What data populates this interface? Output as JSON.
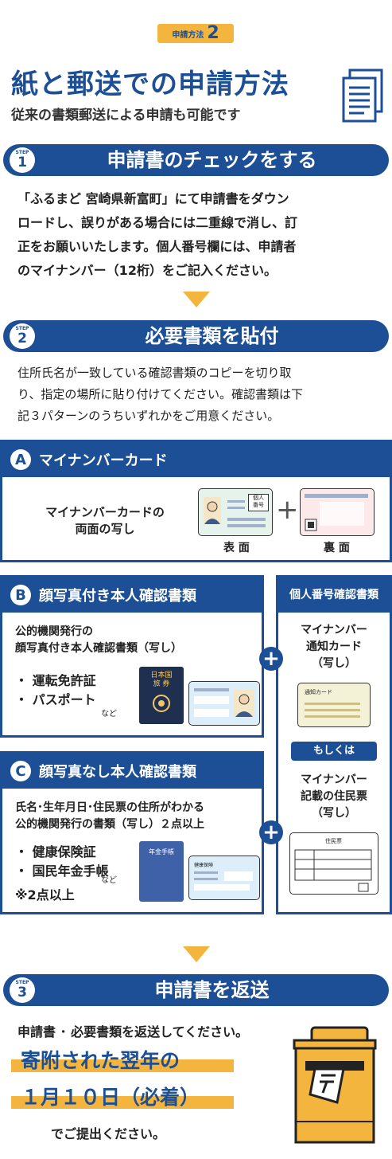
{
  "badge": {
    "label": "申請方法",
    "number": "2"
  },
  "title": "紙と郵送での申請方法",
  "subtitle": "従来の書類郵送による申請も可能です",
  "step1": {
    "step_word": "STEP",
    "num": "1",
    "title": "申請書のチェックをする",
    "lines": [
      "「ふるまど 宮崎県新富町」にて申請書をダウン",
      "ロードし、誤りがある場合には二重線で消し、訂",
      "正をお願いいたします。個人番号欄には、申請者",
      "のマイナンバー（12桁）をご記入ください。"
    ]
  },
  "step2": {
    "step_word": "STEP",
    "num": "2",
    "title": "必要書類を貼付",
    "lines": [
      "住所氏名が一致している確認書類のコピーを切り取",
      "り、指定の場所に貼り付けてください。確認書類は下",
      "記３パターンのうちいずれかをご用意ください。"
    ]
  },
  "sectionA": {
    "letter": "A",
    "title": "マイナンバーカード",
    "desc_lines": [
      "マイナンバーカードの",
      "両面の写し"
    ],
    "front_label": "表 面",
    "back_label": "裏 面",
    "card_tag": "個人\n番号",
    "plus": "+"
  },
  "sectionB": {
    "letter": "B",
    "title": "顔写真付き本人確認書類",
    "desc_lines": [
      "公的機関発行の",
      "顔写真付き本人確認書類（写し）"
    ],
    "items": [
      "・ 運転免許証",
      "・ パスポート"
    ],
    "etc": "など",
    "passport_text": "日本国\n旅 券"
  },
  "sectionC": {
    "letter": "C",
    "title": "顔写真なし本人確認書類",
    "desc_lines": [
      "氏名･生年月日･住民票の住所がわかる",
      "公的機関発行の書類（写し）２点以上"
    ],
    "items": [
      "・ 健康保険証",
      "・ 国民年金手帳"
    ],
    "etc": "など",
    "note": "※2点以上",
    "pension_text": "年金手帳",
    "insurance_text": "健康保険"
  },
  "sidebox": {
    "title": "個人番号確認書類",
    "item1_lines": [
      "マイナンバー",
      "通知カード",
      "（写し）"
    ],
    "card1_text": "通知カード",
    "or_label": "もしくは",
    "item2_lines": [
      "マイナンバー",
      "記載の住民票",
      "（写し）"
    ],
    "card2_text": "住民票"
  },
  "step3": {
    "step_word": "STEP",
    "num": "3",
    "title": "申請書を返送",
    "line1": "申請書 ･ 必要書類を返送してください。",
    "deadline1": "寄附された翌年の",
    "deadline2": "１月１０日（必着）",
    "line2": "でご提出ください。"
  },
  "colors": {
    "navy": "#1c4f95",
    "accent": "#f4b53f",
    "mailbox": "#f4b53f"
  }
}
